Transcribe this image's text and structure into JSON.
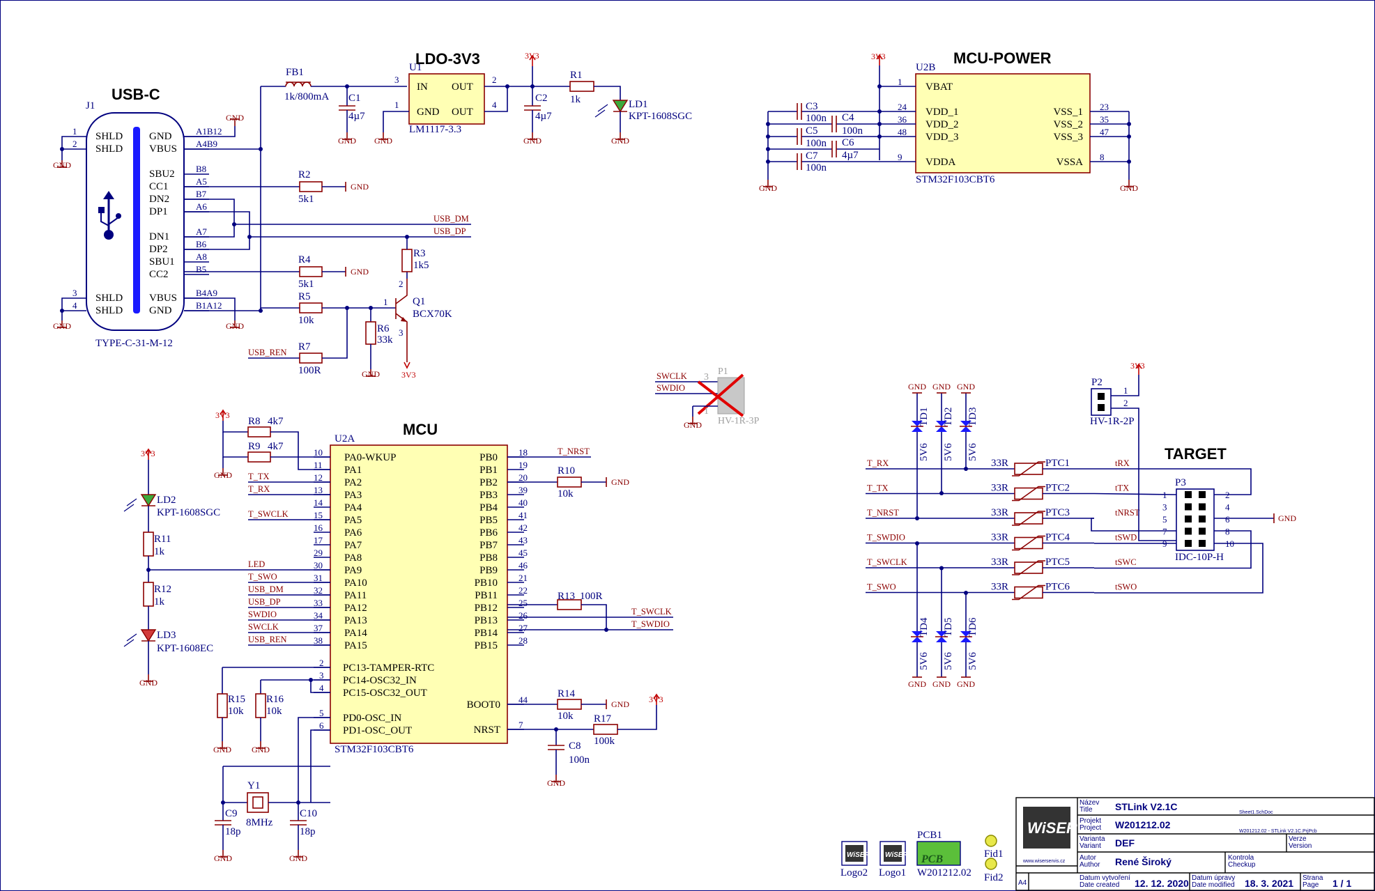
{
  "sections": {
    "usb_c": "USB-C",
    "ldo": "LDO-3V3",
    "mcu": "MCU",
    "mcu_power": "MCU-POWER",
    "target": "TARGET"
  },
  "nets": {
    "gnd": "GND",
    "v33": "3V3",
    "usb_dm": "USB_DM",
    "usb_dp": "USB_DP",
    "usb_ren": "USB_REN",
    "t_tx": "T_TX",
    "t_rx": "T_RX",
    "t_swclk": "T_SWCLK",
    "t_swdio": "T_SWDIO",
    "t_swo": "T_SWO",
    "t_nrst": "T_NRST",
    "led": "LED",
    "swdio": "SWDIO",
    "swclk": "SWCLK",
    "trx": "tRX",
    "ttx": "tTX",
    "tnrst": "tNRST",
    "tswd": "tSWD",
    "tswc": "tSWC",
    "tswo": "tSWO"
  },
  "j1": {
    "designator": "J1",
    "value": "TYPE-C-31-M-12",
    "left_pins": [
      {
        "num": "1",
        "name": "SHLD"
      },
      {
        "num": "2",
        "name": "SHLD"
      },
      {
        "num": "3",
        "name": "SHLD"
      },
      {
        "num": "4",
        "name": "SHLD"
      }
    ],
    "right_pins": [
      {
        "pad": "A1B12",
        "name": "GND"
      },
      {
        "pad": "A4B9",
        "name": "VBUS"
      },
      {
        "pad": "B8",
        "name": "SBU2"
      },
      {
        "pad": "A5",
        "name": "CC1"
      },
      {
        "pad": "B7",
        "name": "DN2"
      },
      {
        "pad": "A6",
        "name": "DP1"
      },
      {
        "pad": "A7",
        "name": "DN1"
      },
      {
        "pad": "B6",
        "name": "DP2"
      },
      {
        "pad": "A8",
        "name": "SBU1"
      },
      {
        "pad": "B5",
        "name": "CC2"
      },
      {
        "pad": "B4A9",
        "name": "VBUS"
      },
      {
        "pad": "B1A12",
        "name": "GND"
      }
    ]
  },
  "parts": {
    "fb1": {
      "des": "FB1",
      "val": "1k/800mA"
    },
    "c1": {
      "des": "C1",
      "val": "4µ7"
    },
    "c2": {
      "des": "C2",
      "val": "4µ7"
    },
    "u1": {
      "des": "U1",
      "val": "LM1117-3.3",
      "pins": {
        "in": "IN",
        "out": "OUT",
        "gnd": "GND",
        "out2": "OUT"
      },
      "nums": {
        "in": "3",
        "out": "2",
        "gnd": "1",
        "out2": "4"
      }
    },
    "r1": {
      "des": "R1",
      "val": "1k"
    },
    "ld1": {
      "des": "LD1",
      "val": "KPT-1608SGC"
    },
    "r2": {
      "des": "R2",
      "val": "5k1"
    },
    "r3": {
      "des": "R3",
      "val": "1k5"
    },
    "r4": {
      "des": "R4",
      "val": "5k1"
    },
    "r5": {
      "des": "R5",
      "val": "10k"
    },
    "r6": {
      "des": "R6",
      "val": "33k"
    },
    "r7": {
      "des": "R7",
      "val": "100R"
    },
    "q1": {
      "des": "Q1",
      "val": "BCX70K",
      "pins": [
        "1",
        "2",
        "3"
      ]
    },
    "p1": {
      "des": "P1",
      "val": "HV-1R-3P",
      "pins": [
        "3",
        "1"
      ]
    },
    "r8": {
      "des": "R8",
      "val": "4k7"
    },
    "r9": {
      "des": "R9",
      "val": "4k7"
    },
    "ld2": {
      "des": "LD2",
      "val": "KPT-1608SGC"
    },
    "r11": {
      "des": "R11",
      "val": "1k"
    },
    "r12": {
      "des": "R12",
      "val": "1k"
    },
    "ld3": {
      "des": "LD3",
      "val": "KPT-1608EC"
    },
    "r10": {
      "des": "R10",
      "val": "10k"
    },
    "r13": {
      "des": "R13",
      "val": "100R"
    },
    "r14": {
      "des": "R14",
      "val": "10k"
    },
    "r15": {
      "des": "R15",
      "val": "10k"
    },
    "r16": {
      "des": "R16",
      "val": "10k"
    },
    "r17": {
      "des": "R17",
      "val": "100k"
    },
    "c8": {
      "des": "C8",
      "val": "100n"
    },
    "c9": {
      "des": "C9",
      "val": "18p"
    },
    "c10": {
      "des": "C10",
      "val": "18p"
    },
    "y1": {
      "des": "Y1",
      "val": "8MHz"
    },
    "c3": {
      "des": "C3",
      "val": "100n"
    },
    "c4": {
      "des": "C4",
      "val": "100n"
    },
    "c5": {
      "des": "C5",
      "val": "100n"
    },
    "c6": {
      "des": "C6",
      "val": "4µ7"
    },
    "c7": {
      "des": "C7",
      "val": "100n"
    },
    "p2": {
      "des": "P2",
      "val": "HV-1R-2P",
      "pins": [
        "1",
        "2"
      ]
    },
    "p3": {
      "des": "P3",
      "val": "IDC-10P-H",
      "pins": [
        "1",
        "2",
        "3",
        "4",
        "5",
        "6",
        "7",
        "8",
        "9",
        "10"
      ]
    }
  },
  "u2a": {
    "des": "U2A",
    "val": "STM32F103CBT6",
    "left_pins": [
      {
        "num": "10",
        "name": "PA0-WKUP"
      },
      {
        "num": "11",
        "name": "PA1"
      },
      {
        "num": "12",
        "name": "PA2"
      },
      {
        "num": "13",
        "name": "PA3"
      },
      {
        "num": "14",
        "name": "PA4"
      },
      {
        "num": "15",
        "name": "PA5"
      },
      {
        "num": "16",
        "name": "PA6"
      },
      {
        "num": "17",
        "name": "PA7"
      },
      {
        "num": "29",
        "name": "PA8"
      },
      {
        "num": "30",
        "name": "PA9"
      },
      {
        "num": "31",
        "name": "PA10"
      },
      {
        "num": "32",
        "name": "PA11"
      },
      {
        "num": "33",
        "name": "PA12"
      },
      {
        "num": "34",
        "name": "PA13"
      },
      {
        "num": "37",
        "name": "PA14"
      },
      {
        "num": "38",
        "name": "PA15"
      }
    ],
    "left_pins2": [
      {
        "num": "2",
        "name": "PC13-TAMPER-RTC"
      },
      {
        "num": "3",
        "name": "PC14-OSC32_IN"
      },
      {
        "num": "4",
        "name": "PC15-OSC32_OUT"
      }
    ],
    "left_pins3": [
      {
        "num": "5",
        "name": "PD0-OSC_IN"
      },
      {
        "num": "6",
        "name": "PD1-OSC_OUT"
      }
    ],
    "right_pins": [
      {
        "num": "18",
        "name": "PB0"
      },
      {
        "num": "19",
        "name": "PB1"
      },
      {
        "num": "20",
        "name": "PB2"
      },
      {
        "num": "39",
        "name": "PB3"
      },
      {
        "num": "40",
        "name": "PB4"
      },
      {
        "num": "41",
        "name": "PB5"
      },
      {
        "num": "42",
        "name": "PB6"
      },
      {
        "num": "43",
        "name": "PB7"
      },
      {
        "num": "45",
        "name": "PB8"
      },
      {
        "num": "46",
        "name": "PB9"
      },
      {
        "num": "21",
        "name": "PB10"
      },
      {
        "num": "22",
        "name": "PB11"
      },
      {
        "num": "25",
        "name": "PB12"
      },
      {
        "num": "26",
        "name": "PB13"
      },
      {
        "num": "27",
        "name": "PB14"
      },
      {
        "num": "28",
        "name": "PB15"
      }
    ],
    "right_pins2": [
      {
        "num": "44",
        "name": "BOOT0"
      },
      {
        "num": "7",
        "name": "NRST"
      }
    ]
  },
  "u2b": {
    "des": "U2B",
    "val": "STM32F103CBT6",
    "left_pins": [
      {
        "num": "1",
        "name": "VBAT"
      },
      {
        "num": "24",
        "name": "VDD_1"
      },
      {
        "num": "36",
        "name": "VDD_2"
      },
      {
        "num": "48",
        "name": "VDD_3"
      },
      {
        "num": "9",
        "name": "VDDA"
      }
    ],
    "right_pins": [
      {
        "num": "23",
        "name": "VSS_1"
      },
      {
        "num": "35",
        "name": "VSS_2"
      },
      {
        "num": "47",
        "name": "VSS_3"
      },
      {
        "num": "8",
        "name": "VSSA"
      }
    ]
  },
  "target": {
    "series_value": "33R",
    "ptc": [
      "PTC1",
      "PTC2",
      "PTC3",
      "PTC4",
      "PTC5",
      "PTC6"
    ],
    "tvs_top": [
      "TD1",
      "TD2",
      "TD3"
    ],
    "tvs_bottom": [
      "TD4",
      "TD5",
      "TD6"
    ],
    "tvs_value": "5V6"
  },
  "misc": {
    "logo2": "Logo2",
    "logo1": "Logo1",
    "pcb1": "PCB1",
    "pcb_value": "W201212.02",
    "pcb_mark": "PCB",
    "fid1": "Fid1",
    "fid2": "Fid2",
    "logo_text": "WiSER"
  },
  "title_block": {
    "nazev_cz": "Název",
    "nazev_en": "Title",
    "title": "STLink V2.1C",
    "sheet_file": "Sheet1.SchDoc",
    "projekt_cz": "Projekt",
    "projekt_en": "Project",
    "project": "W201212.02",
    "project_file": "W201212.02 - STLink V2.1C.PrjPcb",
    "varianta_cz": "Varianta",
    "varianta_en": "Variant",
    "variant": "DEF",
    "verze_cz": "Verze",
    "verze_en": "Version",
    "autor_cz": "Autor",
    "autor_en": "Author",
    "author": "René Široký",
    "kontrola_cz": "Kontrola",
    "kontrola_en": "Checkup",
    "website": "www.wiserservis.cz",
    "size": "A4",
    "created_cz": "Datum vytvoření",
    "created_en": "Date created",
    "created": "12. 12. 2020",
    "modified_cz": "Datum úpravy",
    "modified_en": "Date modified",
    "modified": "18. 3. 2021",
    "strana_cz": "Strana",
    "strana_en": "Page",
    "page": "1 / 1"
  },
  "colors": {
    "wire": "#00007f",
    "symbol": "#8b0000",
    "body_fill": "#ffffb4",
    "power": "#c00000",
    "led_green": "#3caa3c",
    "led_red": "#d23c3c",
    "not_fitted": "#e00000"
  }
}
